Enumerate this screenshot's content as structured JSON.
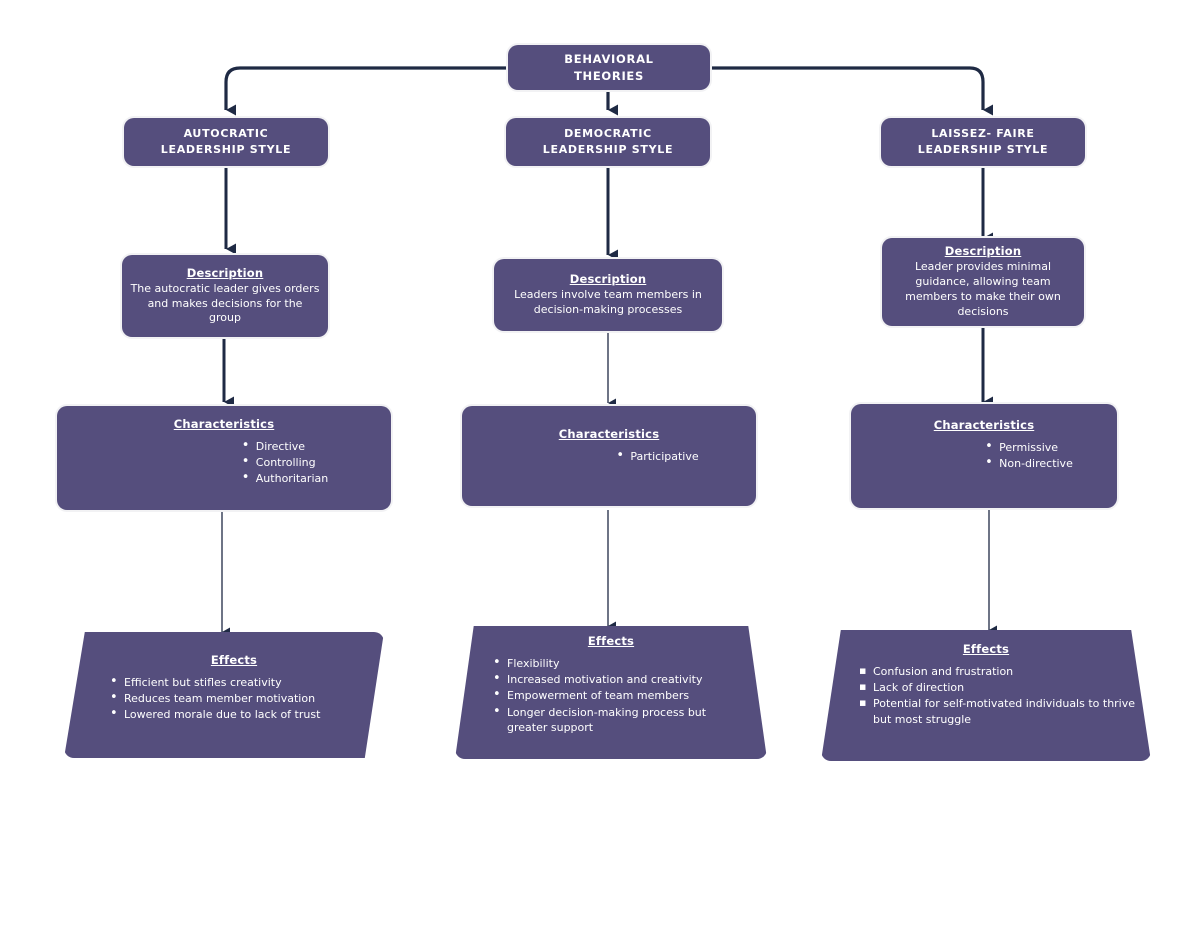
{
  "diagram": {
    "title": "Behavioral Theories Leadership Styles Flowchart",
    "colors": {
      "node_fill": "#554E7D",
      "node_text": "#FFFFFF",
      "connector": "#1F2A44",
      "background": "#FFFFFF",
      "node_outline": "#F2F2F4"
    },
    "root": {
      "label": "BEHAVIORAL THEORIES",
      "line1": "BEHAVIORAL",
      "line2": "THEORIES"
    },
    "columns": [
      {
        "id": "autocratic",
        "style": {
          "line1": "AUTOCRATIC",
          "line2": "LEADERSHIP STYLE"
        },
        "description": {
          "heading": "Description",
          "body": "The autocratic leader gives orders and makes decisions for the group"
        },
        "characteristics": {
          "heading": "Characteristics",
          "bullet_style": "disc",
          "items": [
            "Directive",
            "Controlling",
            "Authoritarian"
          ]
        },
        "effects": {
          "heading": "Effects",
          "bullet_style": "disc",
          "items": [
            "Efficient but stifles creativity",
            "Reduces team member motivation",
            "Lowered morale due to lack of trust"
          ]
        }
      },
      {
        "id": "democratic",
        "style": {
          "line1": "DEMOCRATIC",
          "line2": "LEADERSHIP STYLE"
        },
        "description": {
          "heading": "Description",
          "body": "Leaders involve team members in decision-making processes"
        },
        "characteristics": {
          "heading": "Characteristics",
          "bullet_style": "disc",
          "items": [
            "Participative"
          ]
        },
        "effects": {
          "heading": "Effects",
          "bullet_style": "disc",
          "items": [
            "Flexibility",
            "Increased motivation and creativity",
            "Empowerment of team members",
            "Longer decision-making process but greater support"
          ]
        }
      },
      {
        "id": "laissez-faire",
        "style": {
          "line1": "LAISSEZ- FAIRE",
          "line2": "LEADERSHIP STYLE"
        },
        "description": {
          "heading": "Description",
          "body": "Leader provides minimal guidance, allowing team members to make their own decisions"
        },
        "characteristics": {
          "heading": "Characteristics",
          "bullet_style": "disc",
          "items": [
            "Permissive",
            "Non-directive"
          ]
        },
        "effects": {
          "heading": "Effects ",
          "bullet_style": "square",
          "items": [
            "Confusion and frustration",
            "Lack of direction",
            "Potential for self-motivated individuals to thrive but most struggle"
          ]
        }
      }
    ]
  }
}
